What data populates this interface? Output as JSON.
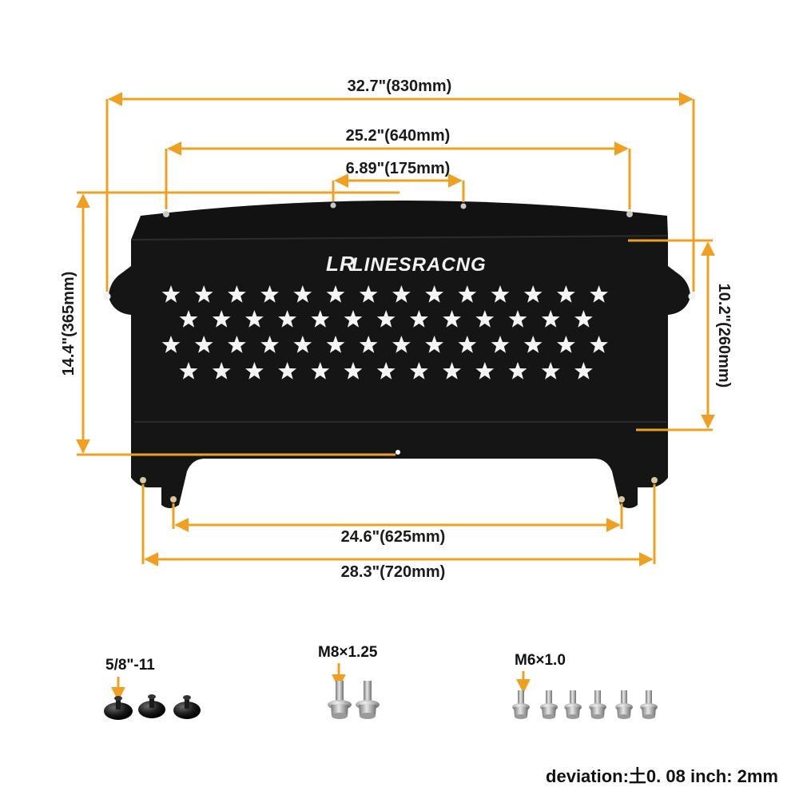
{
  "brand": {
    "logo_mark": "LR",
    "name": "LINESRACNG"
  },
  "accent_color": "#f0a020",
  "plate_color": "#121212",
  "dimensions": {
    "overall_top_width": "32.7\"(830mm)",
    "top_hole_spacing": "25.2\"(640mm)",
    "center_hole_spacing": "6.89\"(175mm)",
    "overall_height": "14.4\"(365mm)",
    "panel_height": "10.2\"(260mm)",
    "bottom_inner_spacing": "24.6\"(625mm)",
    "bottom_outer_spacing": "28.3\"(720mm)"
  },
  "hardware": [
    {
      "label": "5/8\"-11",
      "type": "black-flange-screw",
      "count": 3
    },
    {
      "label": "M8×1.25",
      "type": "flange-bolt",
      "count": 2
    },
    {
      "label": "M6×1.0",
      "type": "flange-bolt",
      "count": 6
    }
  ],
  "footer": {
    "deviation": "deviation:土0. 08 inch: 2mm"
  },
  "stars": {
    "rows": [
      14,
      13,
      14,
      13
    ]
  }
}
